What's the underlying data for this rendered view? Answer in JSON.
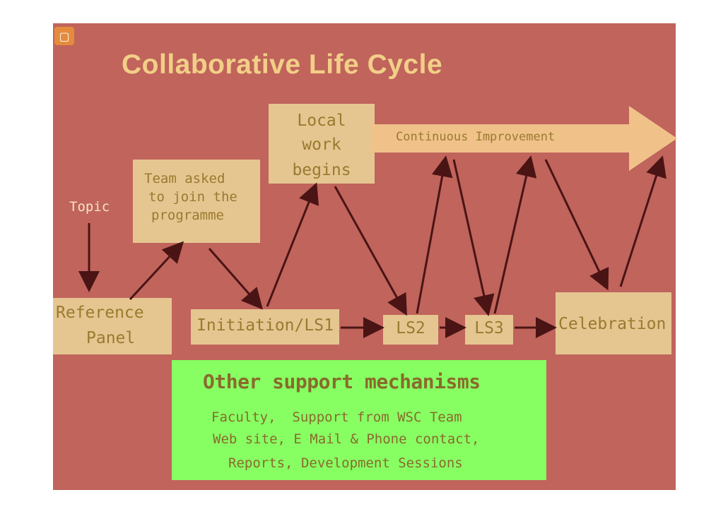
{
  "slide": {
    "title": "Collaborative Life Cycle",
    "colors": {
      "background": "#c0645c",
      "title": "#f2cf87",
      "box": "#e5c691",
      "box_text": "#9a7a2e",
      "green_box": "#87ff63",
      "arrow": "#4a1414",
      "improvement_arrow": "#f0c28a"
    },
    "logo_icon": "office-logo-icon"
  },
  "diagram": {
    "topic": "Topic",
    "team_asked": [
      "Team asked",
      "to join the",
      "programme"
    ],
    "local_work": [
      "Local",
      "work",
      "begins"
    ],
    "continuous_improvement": "Continuous Improvement",
    "reference_panel": [
      "Reference",
      "Panel"
    ],
    "initiation": "Initiation/LS1",
    "ls2": "LS2",
    "ls3": "LS3",
    "celebration": "Celebration"
  },
  "support": {
    "heading": "Other support mechanisms",
    "lines": [
      "Faculty,  Support from WSC Team",
      "Web site, E Mail & Phone contact,",
      "Reports, Development Sessions"
    ]
  }
}
